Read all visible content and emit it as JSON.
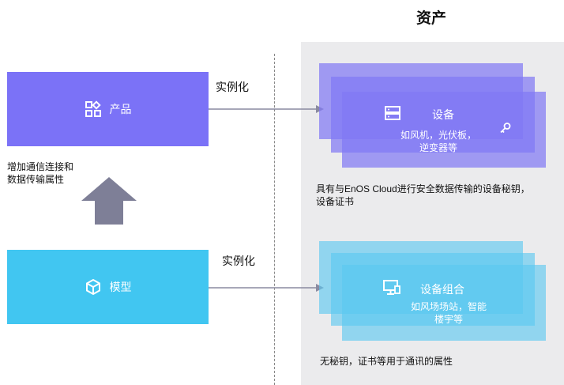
{
  "title": "资产",
  "product": {
    "label": "产品",
    "note_line1": "增加通信连接和",
    "note_line2": "数据传输属性"
  },
  "model": {
    "label": "模型"
  },
  "instantiate_top": "实例化",
  "instantiate_bottom": "实例化",
  "device": {
    "label": "设备",
    "sub_line1": "如风机，光伏板，",
    "sub_line2": "逆变器等",
    "note_line1": "具有与EnOS Cloud进行安全数据传输的设备秘钥，",
    "note_line2": "设备证书"
  },
  "device_group": {
    "label": "设备组合",
    "sub_line1": "如风场场站，智能",
    "sub_line2": "楼宇等",
    "note": "无秘钥，证书等用于通讯的属性"
  },
  "colors": {
    "product": "#7b72f7",
    "model": "#41c6f1",
    "arrow_up": "#7e7f97",
    "connector": "#8a8aa0",
    "panel": "#ebebed"
  }
}
